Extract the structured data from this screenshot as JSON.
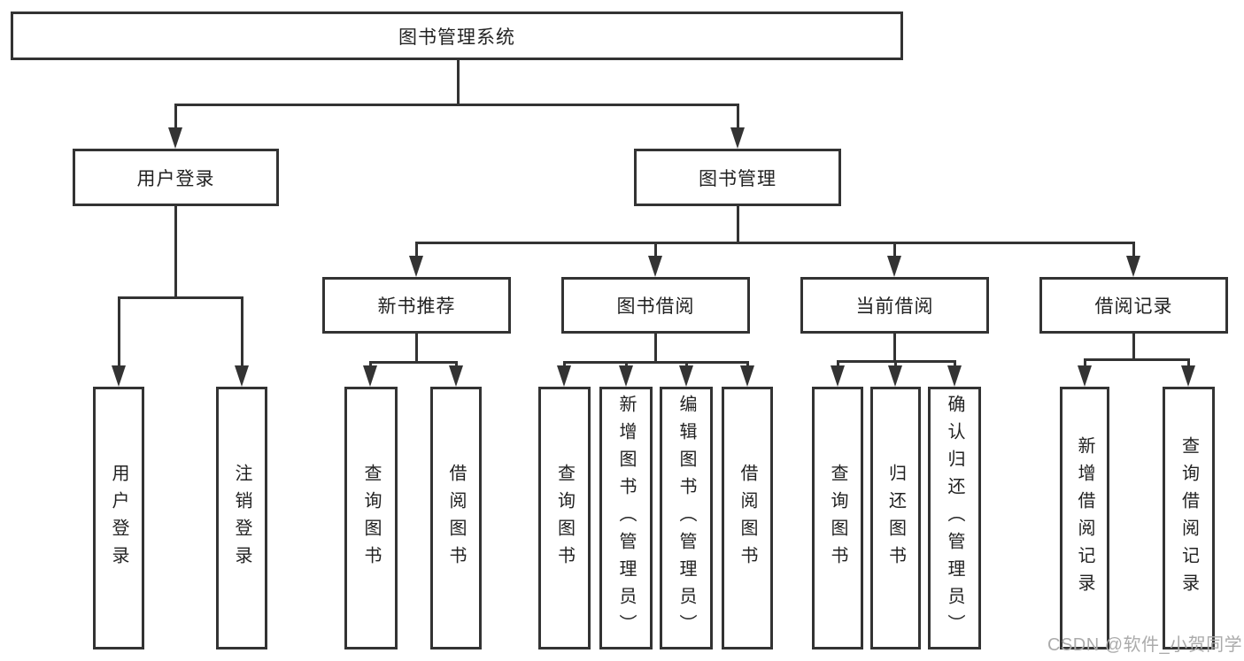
{
  "diagram": {
    "root": {
      "label": "图书管理系统"
    },
    "branches": [
      {
        "label": "用户登录",
        "children": [
          {
            "label": "用户登录"
          },
          {
            "label": "注销登录"
          }
        ]
      },
      {
        "label": "图书管理",
        "children": [
          {
            "label": "新书推荐",
            "children": [
              {
                "label": "查询图书"
              },
              {
                "label": "借阅图书"
              }
            ]
          },
          {
            "label": "图书借阅",
            "children": [
              {
                "label": "查询图书"
              },
              {
                "label": "新增图书（管理员）"
              },
              {
                "label": "编辑图书（管理员）"
              },
              {
                "label": "借阅图书"
              }
            ]
          },
          {
            "label": "当前借阅",
            "children": [
              {
                "label": "查询图书"
              },
              {
                "label": "归还图书"
              },
              {
                "label": "确认归还（管理员）"
              }
            ]
          },
          {
            "label": "借阅记录",
            "children": [
              {
                "label": "新增借阅记录"
              },
              {
                "label": "查询借阅记录"
              }
            ]
          }
        ]
      }
    ]
  },
  "watermark": {
    "text": "CSDN @软件_小贺同学"
  },
  "colors": {
    "line": "#333333",
    "text": "#222222",
    "watermark": "#ababab",
    "background": "#ffffff"
  }
}
